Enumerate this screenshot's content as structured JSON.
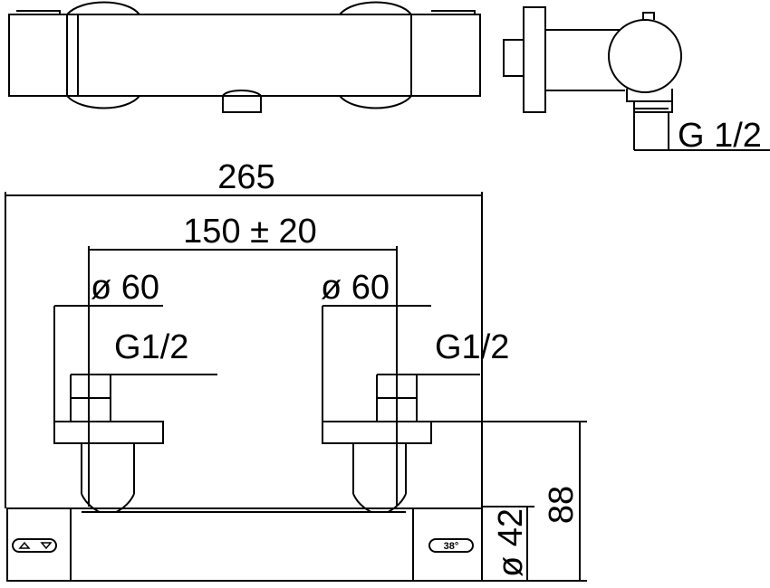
{
  "dimensions": {
    "overall_width": "265",
    "center_distance": "150 ± 20",
    "left_flange_diameter": "ø 60",
    "right_flange_diameter": "ø 60",
    "left_thread": "G1/2",
    "right_thread": "G1/2",
    "body_height": "88",
    "body_diameter": "ø 42",
    "outlet_thread": "G 1/2"
  },
  "controls": {
    "temperature_marking": "38°"
  },
  "colors": {
    "stroke": "#000000",
    "background": "#ffffff"
  }
}
